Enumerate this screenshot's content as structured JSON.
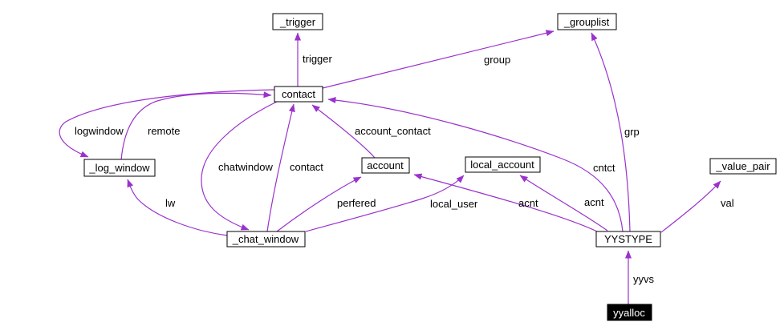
{
  "diagram": {
    "kind": "collaboration-graph",
    "background_color": "#ffffff",
    "edge_color": "#9a32cd",
    "node_border_color": "#000000",
    "node_fill_color": "#ffffff",
    "text_color": "#000000",
    "highlight_node_fill_color": "#000000",
    "highlight_node_text_color": "#ffffff"
  },
  "nodes": [
    {
      "id": "trigger",
      "label": "_trigger"
    },
    {
      "id": "grouplist",
      "label": "_grouplist"
    },
    {
      "id": "contact",
      "label": "contact"
    },
    {
      "id": "log-window",
      "label": "_log_window"
    },
    {
      "id": "account",
      "label": "account"
    },
    {
      "id": "local-account",
      "label": "local_account"
    },
    {
      "id": "value-pair",
      "label": "_value_pair"
    },
    {
      "id": "chat-window",
      "label": "_chat_window"
    },
    {
      "id": "yystype",
      "label": "YYSTYPE"
    },
    {
      "id": "yyalloc",
      "label": "yyalloc"
    }
  ],
  "edges": [
    {
      "label": "trigger",
      "from": "contact",
      "to": "_trigger"
    },
    {
      "label": "group",
      "from": "contact",
      "to": "_grouplist"
    },
    {
      "label": "grp",
      "from": "YYSTYPE",
      "to": "_grouplist"
    },
    {
      "label": "logwindow",
      "from": "contact",
      "to": "_log_window"
    },
    {
      "label": "remote",
      "from": "_log_window",
      "to": "contact"
    },
    {
      "label": "chatwindow",
      "from": "contact",
      "to": "_chat_window"
    },
    {
      "label": "contact",
      "from": "_chat_window",
      "to": "contact"
    },
    {
      "label": "account_contact",
      "from": "account",
      "to": "contact"
    },
    {
      "label": "cntct",
      "from": "YYSTYPE",
      "to": "contact"
    },
    {
      "label": "lw",
      "from": "_chat_window",
      "to": "_log_window"
    },
    {
      "label": "perfered",
      "from": "_chat_window",
      "to": "account"
    },
    {
      "label": "local_user",
      "from": "_chat_window",
      "to": "local_account"
    },
    {
      "label": "acnt",
      "from": "YYSTYPE",
      "to": "account"
    },
    {
      "label": "acnt",
      "from": "YYSTYPE",
      "to": "local_account"
    },
    {
      "label": "val",
      "from": "YYSTYPE",
      "to": "_value_pair"
    },
    {
      "label": "yyvs",
      "from": "yyalloc",
      "to": "YYSTYPE"
    }
  ]
}
